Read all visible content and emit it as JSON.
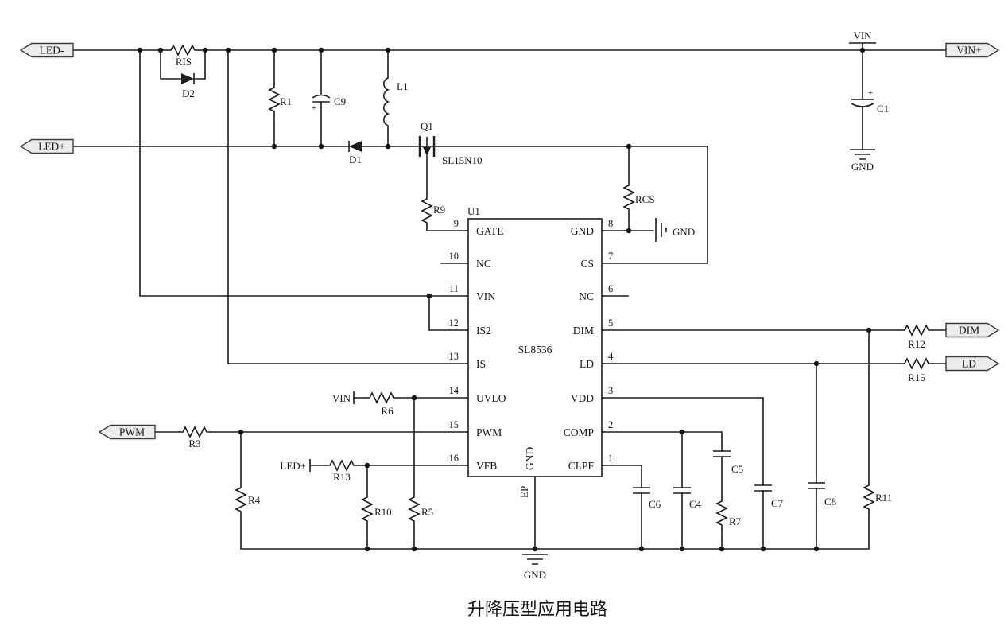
{
  "caption": "升降压型应用电路",
  "connectors": {
    "led_neg": "LED-",
    "led_pos": "LED+",
    "pwm": "PWM",
    "vin_pos": "VIN+",
    "dim": "DIM",
    "ld": "LD"
  },
  "net_labels": {
    "vin_flag": "VIN",
    "gnd_top_right": "GND",
    "gnd_pin8": "GND",
    "gnd_ep": "GND",
    "vin_terminal": "VIN",
    "led_pos_terminal": "LED+",
    "plus_c9": "+",
    "plus_c1": "+"
  },
  "ic": {
    "ref": "U1",
    "part": "SL8536",
    "pad_label": "EP",
    "gnd_label": "GND",
    "left_pins": [
      {
        "num": "9",
        "name": "GATE"
      },
      {
        "num": "10",
        "name": "NC"
      },
      {
        "num": "11",
        "name": "VIN"
      },
      {
        "num": "12",
        "name": "IS2"
      },
      {
        "num": "13",
        "name": "IS"
      },
      {
        "num": "14",
        "name": "UVLO"
      },
      {
        "num": "15",
        "name": "PWM"
      },
      {
        "num": "16",
        "name": "VFB"
      }
    ],
    "right_pins": [
      {
        "num": "8",
        "name": "GND"
      },
      {
        "num": "7",
        "name": "CS"
      },
      {
        "num": "6",
        "name": "NC"
      },
      {
        "num": "5",
        "name": "DIM"
      },
      {
        "num": "4",
        "name": "LD"
      },
      {
        "num": "3",
        "name": "VDD"
      },
      {
        "num": "2",
        "name": "COMP"
      },
      {
        "num": "1",
        "name": "CLPF"
      }
    ]
  },
  "components": {
    "ris": "RIS",
    "d2": "D2",
    "r1": "R1",
    "c9": "C9",
    "l1": "L1",
    "d1": "D1",
    "q1_ref": "Q1",
    "q1_part": "SL15N10",
    "r9": "R9",
    "rcs": "RCS",
    "c1": "C1",
    "r3": "R3",
    "r4": "R4",
    "r6": "R6",
    "r13": "R13",
    "r10": "R10",
    "r5": "R5",
    "c6": "C6",
    "c4": "C4",
    "c5": "C5",
    "r7": "R7",
    "c7": "C7",
    "c8": "C8",
    "r11": "R11",
    "r12": "R12",
    "r15": "R15"
  }
}
